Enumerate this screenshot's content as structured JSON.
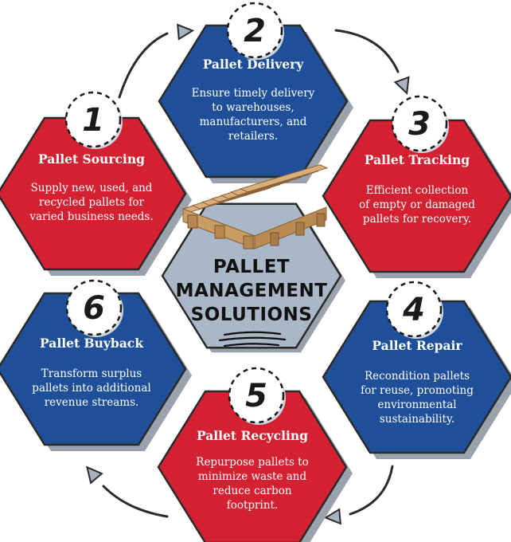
{
  "center": {
    "title_lines": [
      "PALLET",
      "MANAGEMENT",
      "SOLUTIONS"
    ]
  },
  "steps": [
    {
      "number": "1",
      "title": "Pallet Sourcing",
      "desc": [
        "Supply new, used, and",
        "recycled pallets for",
        "varied business needs."
      ],
      "color": "red"
    },
    {
      "number": "2",
      "title": "Pallet Delivery",
      "desc": [
        "Ensure timely delivery",
        "to warehouses,",
        "manufacturers, and",
        "retailers."
      ],
      "color": "blue"
    },
    {
      "number": "3",
      "title": "Pallet Tracking",
      "desc": [
        "Efficient collection",
        "of empty or damaged",
        "pallets for recovery."
      ],
      "color": "red"
    },
    {
      "number": "4",
      "title": "Pallet Repair",
      "desc": [
        "Recondition pallets",
        "for reuse, promoting",
        "environmental",
        "sustainability."
      ],
      "color": "blue"
    },
    {
      "number": "5",
      "title": "Pallet Recycling",
      "desc": [
        "Repurpose pallets to",
        "minimize waste and",
        "reduce carbon",
        "footprint."
      ],
      "color": "red"
    },
    {
      "number": "6",
      "title": "Pallet Buyback",
      "desc": [
        "Transform surplus",
        "pallets into additional",
        "revenue streams."
      ],
      "color": "blue"
    }
  ],
  "colors": {
    "red": "#d42131",
    "blue": "#1f4f99",
    "hex_border": "#2a2a2a",
    "shadow": "#9aa3ad",
    "center_fill": "#a9b7c6",
    "arrow": "#2b2b2b",
    "arrow_head": "#a7b3c0",
    "wood": "#d9b07a"
  }
}
